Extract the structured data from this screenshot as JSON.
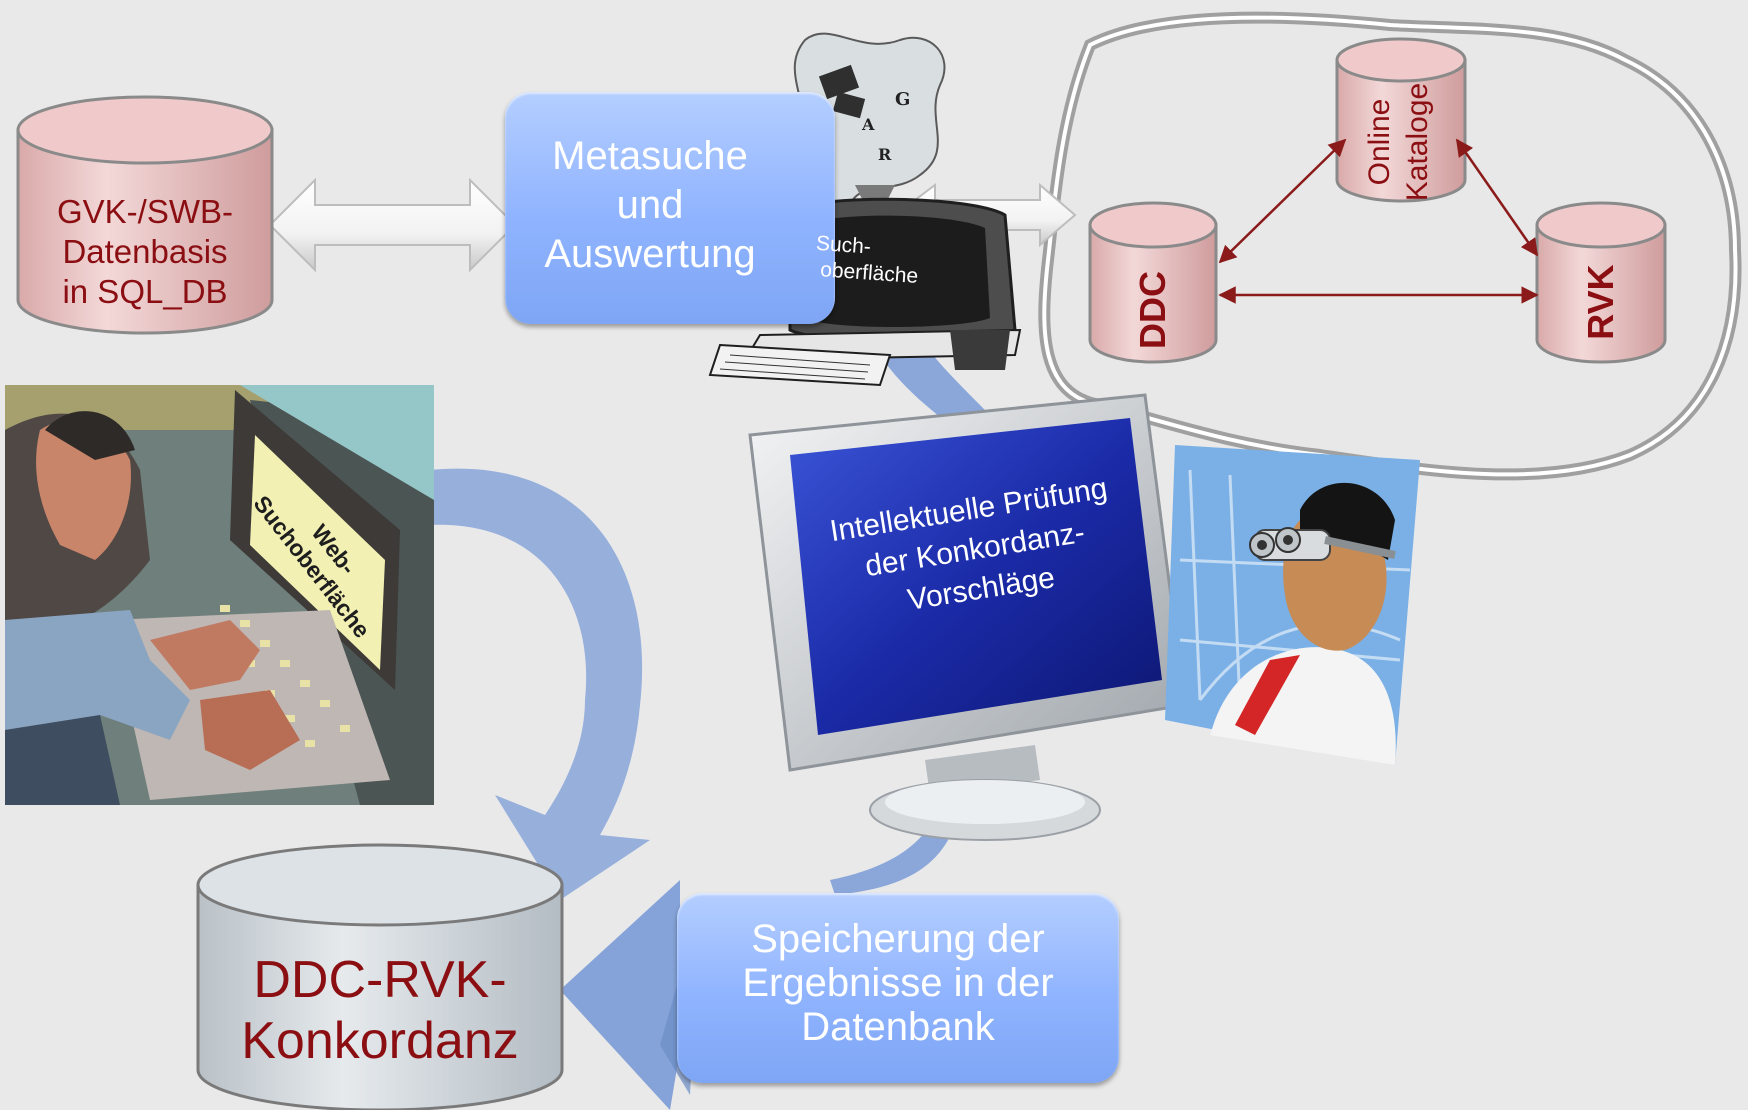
{
  "databases": {
    "gvk_swb": {
      "lines": [
        "GVK-/SWB-",
        "Datenbasis",
        "in SQL_DB"
      ]
    },
    "concordance": {
      "lines": [
        "DDC-RVK-",
        "Konkordanz"
      ]
    }
  },
  "processes": {
    "metasearch": {
      "lines": [
        "Metasuche",
        "und",
        "Auswertung"
      ]
    },
    "storage": {
      "lines": [
        "Speicherung der",
        "Ergebnisse in der",
        "Datenbank"
      ]
    }
  },
  "search_terminal": {
    "lines": [
      "Such-",
      "oberfläche"
    ]
  },
  "web_search_clipart": {
    "lines": [
      "Web-",
      "Suchoberfläche"
    ]
  },
  "monitor": {
    "lines": [
      "Intellektuelle Prüfung",
      "der Konkordanz-",
      "Vorschläge"
    ]
  },
  "cloud": {
    "ddc": "DDC",
    "rvk": "RVK",
    "online_catalogs": {
      "lines": [
        "Online",
        "Kataloge"
      ]
    }
  },
  "colors": {
    "background": "#e9e9ea",
    "db_label": "#8b0f12",
    "db_fill": "#ebc7c7",
    "process_box": "#8fb3ff",
    "flow_arrow": "#7a9bd6",
    "monitor_screen": "#1b2ba8"
  }
}
